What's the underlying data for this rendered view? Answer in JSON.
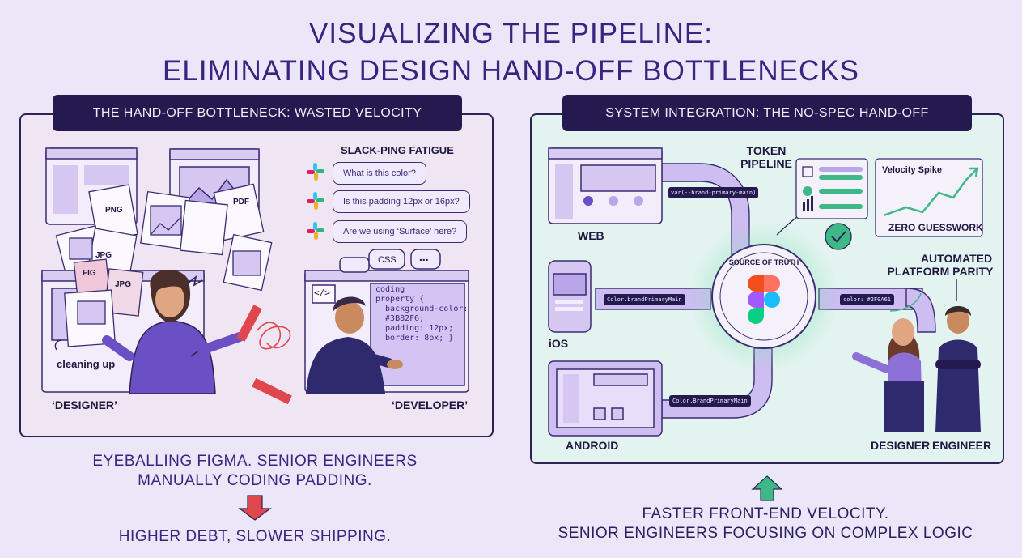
{
  "title": {
    "line1": "VISUALIZING THE PIPELINE:",
    "line2": "ELIMINATING DESIGN HAND-OFF BOTTLENECKS"
  },
  "left_panel": {
    "header": "THE HAND-OFF BOTTLENECK: WASTED VELOCITY",
    "file_tags": [
      "PNG",
      "PDF",
      "JPG",
      "FIG",
      "JPG"
    ],
    "cleaning_label": "cleaning up",
    "designer_label": "‘DESIGNER’",
    "developer_label": "‘DEVELOPER’",
    "slack_title": "SLACK-PING FATIGUE",
    "slack_messages": [
      "What is this color?",
      "Is this padding 12px or 16px?",
      "Are we using ‘Surface’ here?"
    ],
    "css_bubble": "CSS",
    "dots_bubble": "...",
    "code_lines": [
      "coding",
      "property {",
      "  background-color:",
      "  #3B82F6;",
      "  padding: 12px;",
      "  border: 8px; }"
    ],
    "code_icon": "</>",
    "caption_line1": "EYEBALLING FIGMA. SENIOR ENGINEERS",
    "caption_line2": "MANUALLY CODING PADDING.",
    "result": "HIGHER DEBT, SLOWER SHIPPING."
  },
  "right_panel": {
    "header": "SYSTEM INTEGRATION: THE NO-SPEC HAND-OFF",
    "web_label": "WEB",
    "ios_label": "iOS",
    "android_label": "ANDROID",
    "token_pipeline_line1": "TOKEN",
    "token_pipeline_line2": "PIPELINE",
    "source_of_truth": "SOURCE OF TRUTH",
    "web_code": "var(--brand-primary-main)",
    "ios_code": "Color.brandPrimaryMain",
    "android_code": "Color.BrandPrimaryMain",
    "platform_code": "color: #2F0A61",
    "velocity_title": "Velocity Spike",
    "velocity_caption": "ZERO GUESSWORK",
    "parity_line1": "AUTOMATED",
    "parity_line2": "PLATFORM PARITY",
    "designer_label": "DESIGNER",
    "engineer_label": "ENGINEER",
    "caption_line1": "FASTER FRONT-END VELOCITY.",
    "caption_line2": "SENIOR ENGINEERS FOCUSING ON COMPLEX LOGIC"
  },
  "colors": {
    "background": "#ebe7f8",
    "navy": "#241a4f",
    "purple": "#6b4fc4",
    "lavender": "#cdbdf0",
    "red_arrow": "#e0474c",
    "green_arrow": "#3fb888",
    "teal_panel": "#e3f3ef",
    "pink_panel": "#f0e5f3"
  },
  "icons": [
    "slack-icon",
    "figma-icon",
    "check-icon",
    "code-icon",
    "arrow-down-icon",
    "arrow-up-icon"
  ]
}
